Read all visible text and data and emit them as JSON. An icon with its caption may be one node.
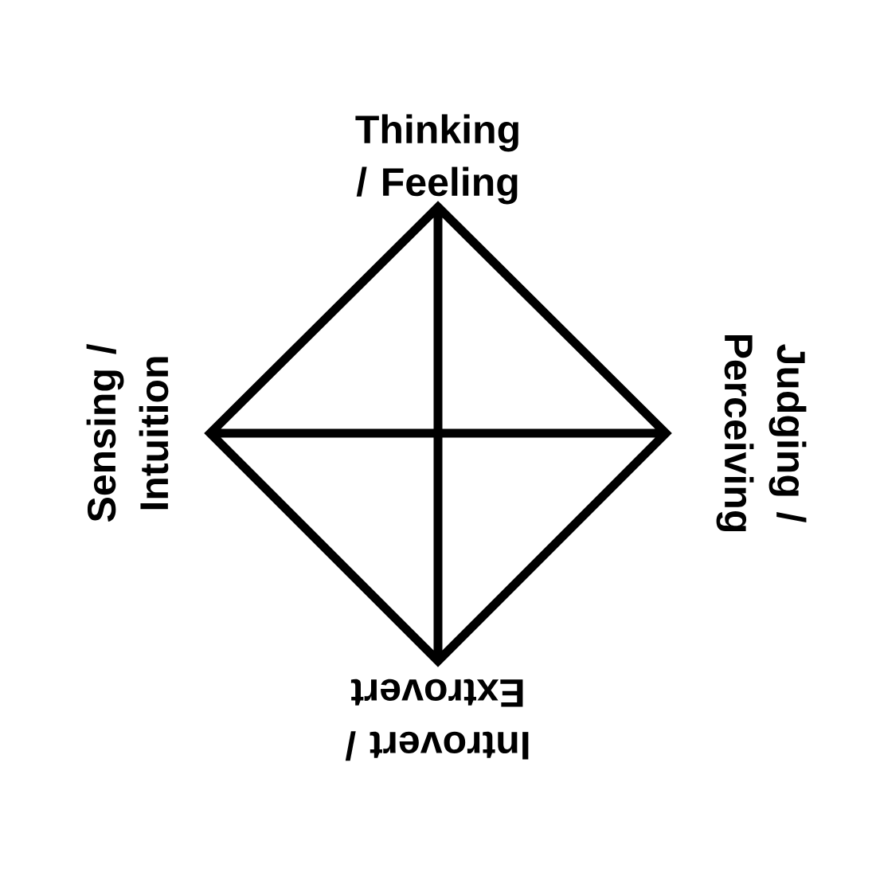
{
  "diagram": {
    "labels": [
      "Thinking / Feeling",
      "Judging / Perceiving",
      "Introvert / Extrovert",
      "Sensing / Intuition"
    ]
  }
}
